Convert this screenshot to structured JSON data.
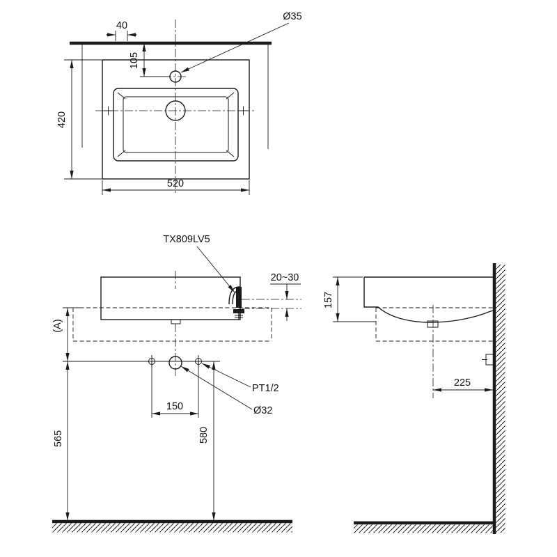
{
  "drawing": {
    "background": "#ffffff",
    "line_color": "#1a1a1a",
    "product_code": "TX809LV5",
    "top_view": {
      "edge_offset": "40",
      "faucet_hole_diameter": "Ø35",
      "faucet_hole_setback": "105",
      "overall_depth": "420",
      "overall_width": "520"
    },
    "front_view": {
      "faucet_model": "TX809LV5",
      "counter_thickness_range": "20~30",
      "counter_to_holes_ref": "(A)",
      "supply_hole_spacing": "150",
      "supply_thread": "PT1/2",
      "drain_pipe_diameter": "Ø32",
      "drain_center_height": "580",
      "supply_center_height": "565"
    },
    "side_view": {
      "basin_front_height": "157",
      "drain_center_to_wall": "225"
    }
  }
}
